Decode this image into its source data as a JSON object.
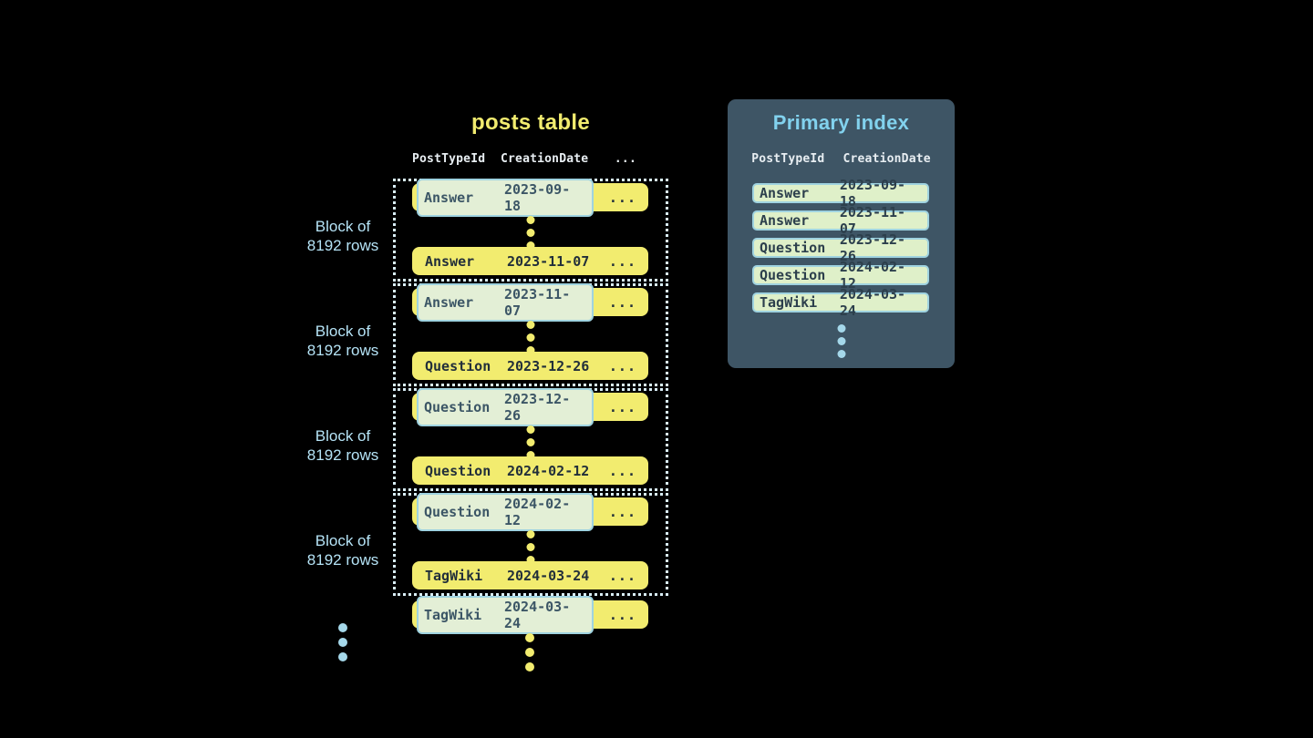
{
  "colors": {
    "bg": "#000000",
    "yellow": "#f2ec6f",
    "row_text": "#222f3a",
    "highlight_text": "#3c5666",
    "highlight_bg": "#e3efd6",
    "highlight_border": "#9fd3e0",
    "index_pill_bg": "#dff0c9",
    "panel_bg": "#3e5565",
    "panel_title": "#82d2ee",
    "header_text": "#e8eef2",
    "block_label": "#b5e3f6",
    "blue_dot": "#a5d8ea",
    "dotted_border": "#d9eef7"
  },
  "posts_table": {
    "title": "posts table",
    "columns": {
      "col1": "PostTypeId",
      "col2": "CreationDate",
      "ellipsis": "..."
    },
    "ellipsis": "...",
    "blocks": [
      {
        "label_line1": "Block of",
        "label_line2": "8192 rows",
        "first_type": "Answer",
        "first_date": "2023-09-18",
        "last_type": "Answer",
        "last_date": "2023-11-07"
      },
      {
        "label_line1": "Block of",
        "label_line2": "8192 rows",
        "first_type": "Answer",
        "first_date": "2023-11-07",
        "last_type": "Question",
        "last_date": "2023-12-26"
      },
      {
        "label_line1": "Block of",
        "label_line2": "8192 rows",
        "first_type": "Question",
        "first_date": "2023-12-26",
        "last_type": "Question",
        "last_date": "2024-02-12"
      },
      {
        "label_line1": "Block of",
        "label_line2": "8192 rows",
        "first_type": "Question",
        "first_date": "2024-02-12",
        "last_type": "TagWiki",
        "last_date": "2024-03-24"
      }
    ],
    "overflow_row": {
      "type": "TagWiki",
      "date": "2024-03-24"
    }
  },
  "primary_index": {
    "title": "Primary index",
    "columns": {
      "col1": "PostTypeId",
      "col2": "CreationDate"
    },
    "rows": [
      {
        "type": "Answer",
        "date": "2023-09-18"
      },
      {
        "type": "Answer",
        "date": "2023-11-07"
      },
      {
        "type": "Question",
        "date": "2023-12-26"
      },
      {
        "type": "Question",
        "date": "2024-02-12"
      },
      {
        "type": "TagWiki",
        "date": "2024-03-24"
      }
    ]
  }
}
